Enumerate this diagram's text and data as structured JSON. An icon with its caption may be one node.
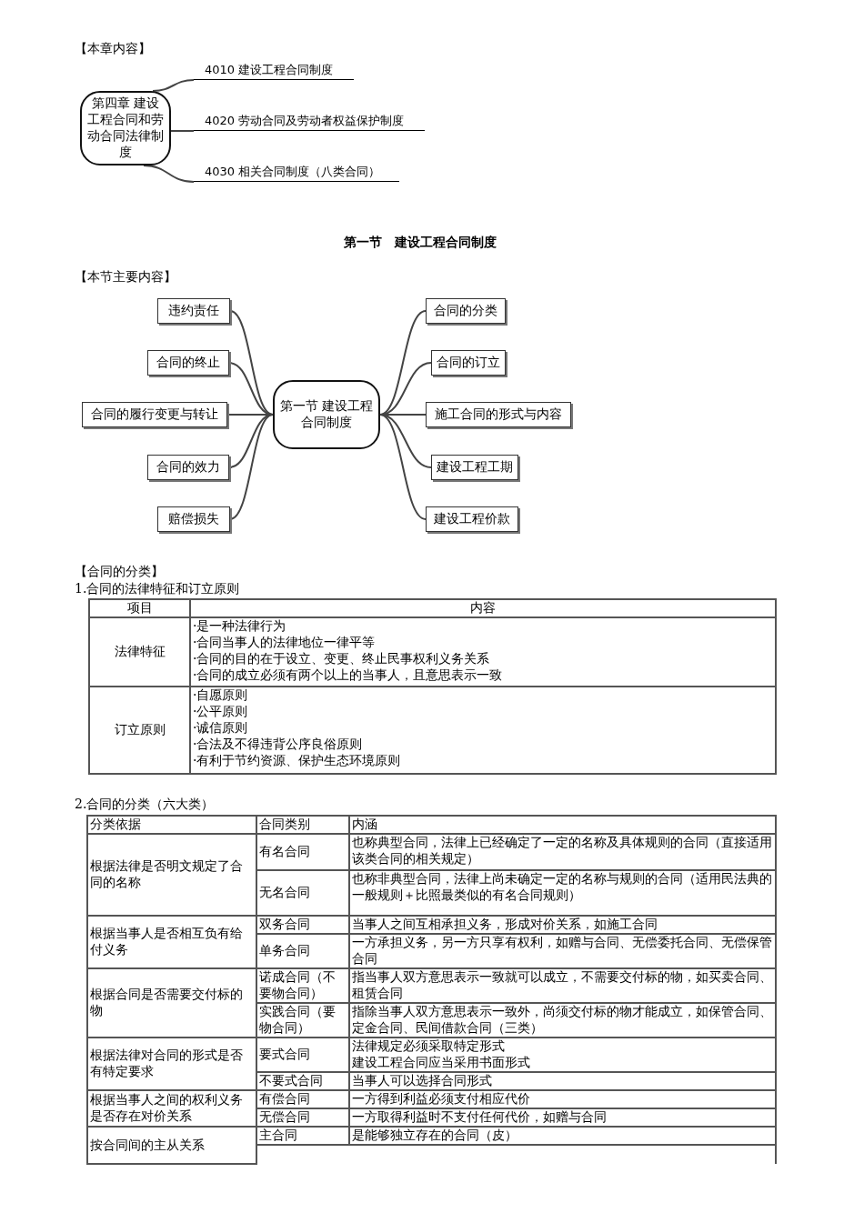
{
  "diagram": {
    "nodes": [
      {
        "text": [
          "第四章 建设工程合同和劳动合同法律制度"
        ]
      },
      {
        "text": [
          "4010 建设工程合同制度"
        ]
      },
      {
        "text": [
          "4020 劳动合同及劳动者权益保护制度"
        ]
      },
      {
        "text": [
          "4030 相关合同制度（八类合同）"
        ]
      },
      {
        "text": [
          "第一节 建设工程合同制度"
        ]
      },
      {
        "text": [
          "合同的分类"
        ]
      },
      {
        "text": [
          "合同的订立"
        ]
      },
      {
        "text": [
          "施工合同的形式与内容"
        ]
      },
      {
        "text": [
          "建设工程工期"
        ]
      },
      {
        "text": [
          "建设工程价款"
        ]
      },
      {
        "text": [
          "违约责任"
        ]
      },
      {
        "text": [
          "合同的终止"
        ]
      },
      {
        "text": [
          "合同的履行变更与转让"
        ]
      },
      {
        "text": [
          "合同的效力"
        ]
      },
      {
        "text": [
          "赔偿损失"
        ]
      }
    ],
    "edges": [
      {
        "from": 0,
        "to": 1,
        "arrow": "none"
      },
      {
        "from": 0,
        "to": 2,
        "arrow": "none"
      },
      {
        "from": 0,
        "to": 3,
        "arrow": "none"
      },
      {
        "from": 4,
        "to": 5,
        "arrow": "none"
      },
      {
        "from": 4,
        "to": 6,
        "arrow": "none"
      },
      {
        "from": 4,
        "to": 7,
        "arrow": "none"
      },
      {
        "from": 4,
        "to": 8,
        "arrow": "none"
      },
      {
        "from": 4,
        "to": 9,
        "arrow": "none"
      },
      {
        "from": 4,
        "to": 10,
        "arrow": "none"
      },
      {
        "from": 4,
        "to": 11,
        "arrow": "none"
      },
      {
        "from": 4,
        "to": 12,
        "arrow": "none"
      },
      {
        "from": 4,
        "to": 13,
        "arrow": "none"
      },
      {
        "from": 4,
        "to": 14,
        "arrow": "none"
      }
    ],
    "labels": [
      "【本章内容】",
      "第一节　建设工程合同制度",
      "【本节主要内容】",
      "【合同的分类】",
      "1.合同的法律特征和订立原则",
      "项目",
      "内容",
      "法律特征",
      "·是一种法律行为",
      "·合同当事人的法律地位一律平等",
      "·合同的目的在于设立、变更、终止民事权利义务关系",
      "·合同的成立必须有两个以上的当事人，且意思表示一致",
      "订立原则",
      "·自愿原则",
      "·公平原则",
      "·诚信原则",
      "·合法及不得违背公序良俗原则",
      "·有利于节约资源、保护生态环境原则",
      "2.合同的分类（六大类）",
      "分类依据",
      "合同类别",
      "内涵",
      "根据法律是否明文规定了合同的名称",
      "有名合同",
      "也称典型合同，法律上已经确定了一定的名称及具体规则的合同（直接适用该类合同的相关规定）",
      "无名合同",
      "也称非典型合同，法律上尚未确定一定的名称与规则的合同（适用民法典的一般规则＋比照最类似的有名合同规则）",
      "根据当事人是否相互负有给付义务",
      "双务合同",
      "当事人之间互相承担义务，形成对价关系，如施工合同",
      "单务合同",
      "一方承担义务，另一方只享有权利，如赠与合同、无偿委托合同、无偿保管合同",
      "根据合同是否需要交付标的物",
      "诺成合同（不要物合同）",
      "指当事人双方意思表示一致就可以成立，不需要交付标的物，如买卖合同、租赁合同",
      "实践合同（要物合同）",
      "指除当事人双方意思表示一致外，尚须交付标的物才能成立，如保管合同、定金合同、民间借款合同（三类）",
      "根据法律对合同的形式是否有特定要求",
      "要式合同",
      "法律规定必须采取特定形式",
      "建设工程合同应当采用书面形式",
      "不要式合同",
      "当事人可以选择合同形式",
      "根据当事人之间的权利义务是否存在对价关系",
      "有偿合同",
      "一方得到利益必须支付相应代价",
      "无偿合同",
      "一方取得利益时不支付任何代价，如赠与合同",
      "按合同间的主从关系",
      "主合同",
      "是能够独立存在的合同（皮）"
    ]
  }
}
